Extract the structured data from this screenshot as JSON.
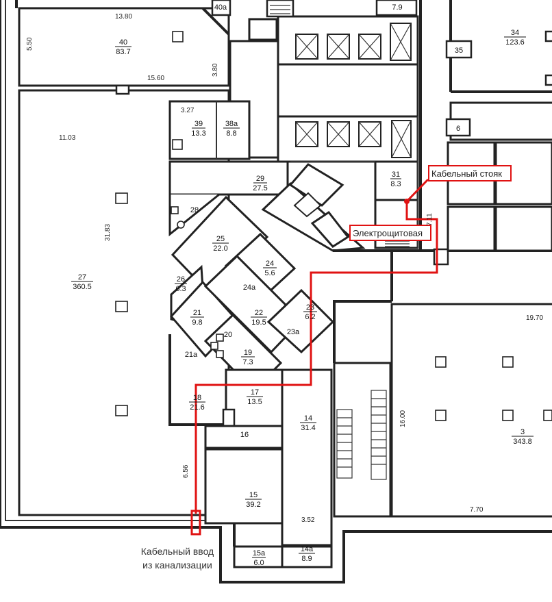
{
  "rooms": [
    {
      "number": "40a",
      "area": ""
    },
    {
      "number": "40",
      "area": "83.7"
    },
    {
      "number": "27",
      "area": "360.5"
    },
    {
      "number": "39",
      "area": "13.3"
    },
    {
      "number": "38a",
      "area": "8.8"
    },
    {
      "number": "29",
      "area": "27.5"
    },
    {
      "number": "28",
      "area": ""
    },
    {
      "number": "25",
      "area": "22.0"
    },
    {
      "number": "24",
      "area": "5.6"
    },
    {
      "number": "24a",
      "area": ""
    },
    {
      "number": "26",
      "area": "6.3"
    },
    {
      "number": "22",
      "area": "19.5"
    },
    {
      "number": "23",
      "area": "6.2"
    },
    {
      "number": "23a",
      "area": ""
    },
    {
      "number": "21",
      "area": "9.8"
    },
    {
      "number": "20",
      "area": ""
    },
    {
      "number": "19",
      "area": "7.3"
    },
    {
      "number": "21a",
      "area": ""
    },
    {
      "number": "18",
      "area": "21.6"
    },
    {
      "number": "17",
      "area": "13.5"
    },
    {
      "number": "16",
      "area": ""
    },
    {
      "number": "14",
      "area": "31.4"
    },
    {
      "number": "15",
      "area": "39.2"
    },
    {
      "number": "15a",
      "area": "6.0"
    },
    {
      "number": "14a",
      "area": "8.9"
    },
    {
      "number": "31",
      "area": "8.3"
    },
    {
      "number": "34",
      "area": "123.6"
    },
    {
      "number": "35",
      "area": ""
    },
    {
      "number": "6",
      "area": ""
    },
    {
      "number": "3",
      "area": "343.8"
    },
    {
      "number": "",
      "area": "7.9"
    }
  ],
  "dimensions": [
    "13.80",
    "5.50",
    "15.60",
    "3.80",
    "3.27",
    "11.03",
    "31.83",
    "7.11",
    "19.70",
    "16.00",
    "7.70",
    "6.56",
    "3.52"
  ],
  "callouts": {
    "riser": "Кабельный стояк",
    "electrical_room": "Электрощитовая",
    "cable_entry_line1": "Кабельный ввод",
    "cable_entry_line2": "из канализации"
  },
  "colors": {
    "walls": "#222222",
    "route": "#e01212",
    "background": "#ffffff"
  }
}
